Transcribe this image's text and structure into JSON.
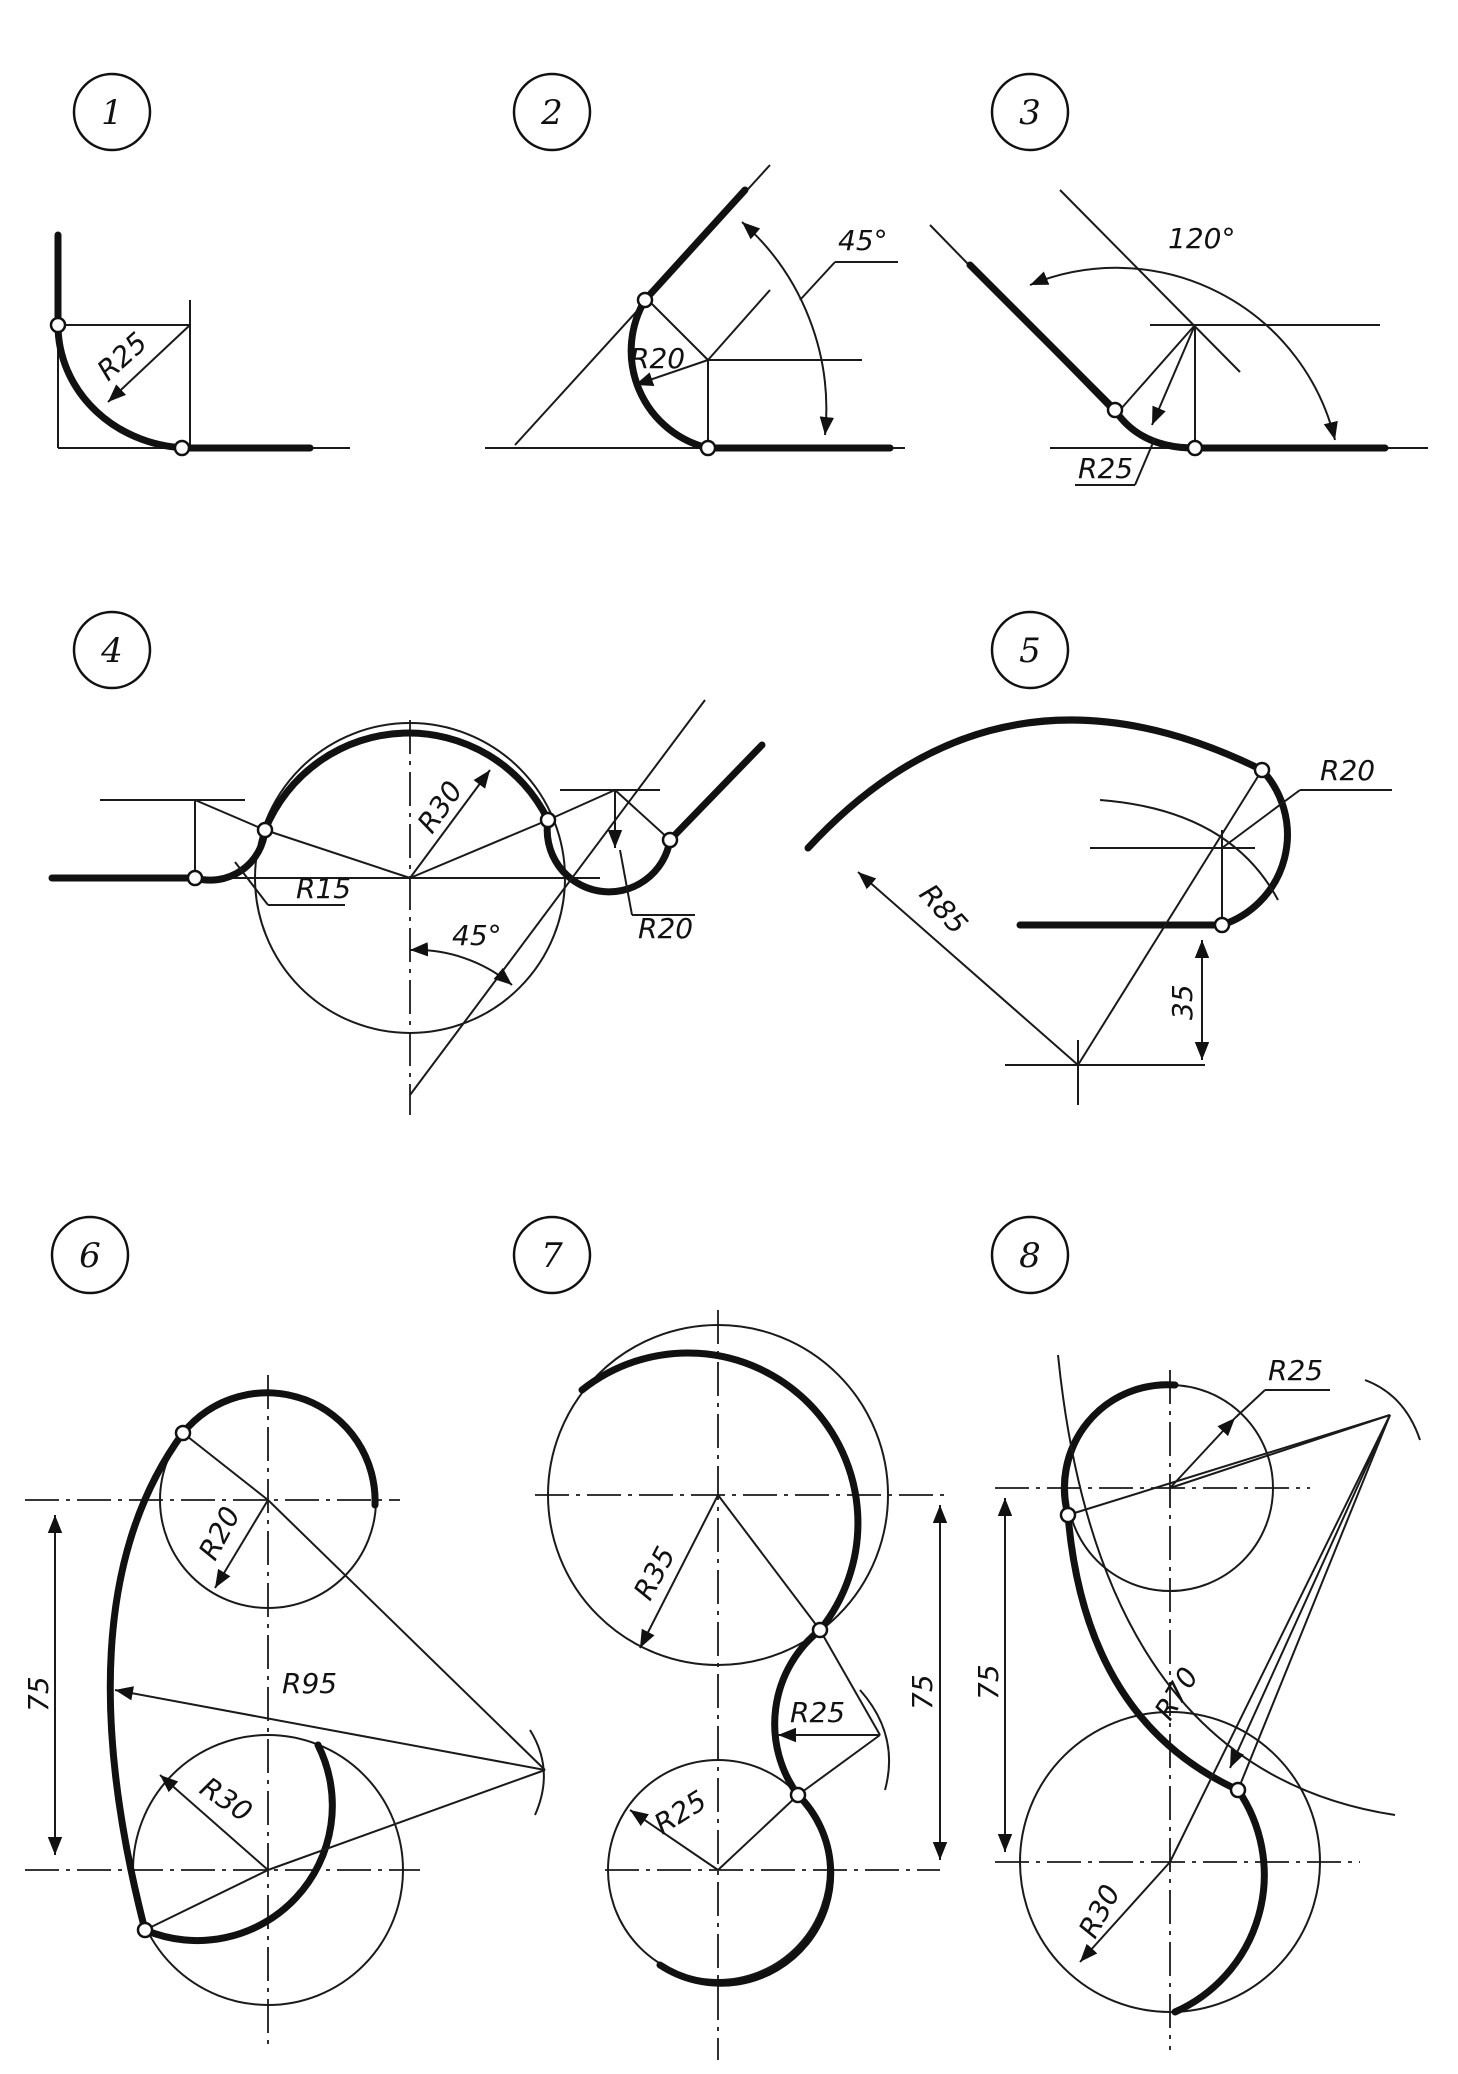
{
  "figures": [
    {
      "number": "1",
      "labels": {
        "r": "R25"
      }
    },
    {
      "number": "2",
      "labels": {
        "r": "R20",
        "angle": "45°"
      }
    },
    {
      "number": "3",
      "labels": {
        "r": "R25",
        "angle": "120°"
      }
    },
    {
      "number": "4",
      "labels": {
        "r_main": "R30",
        "r_left": "R15",
        "r_right": "R20",
        "angle": "45°"
      }
    },
    {
      "number": "5",
      "labels": {
        "r_big": "R85",
        "r_small": "R20",
        "height": "35"
      }
    },
    {
      "number": "6",
      "labels": {
        "r_top": "R20",
        "r_bottom": "R30",
        "r_arc": "R95",
        "dist": "75"
      }
    },
    {
      "number": "7",
      "labels": {
        "r_top": "R35",
        "r_bottom": "R25",
        "r_arc": "R25",
        "dist": "75"
      }
    },
    {
      "number": "8",
      "labels": {
        "r_top": "R25",
        "r_bottom": "R30",
        "r_arc": "R70",
        "dist": "75"
      }
    }
  ]
}
